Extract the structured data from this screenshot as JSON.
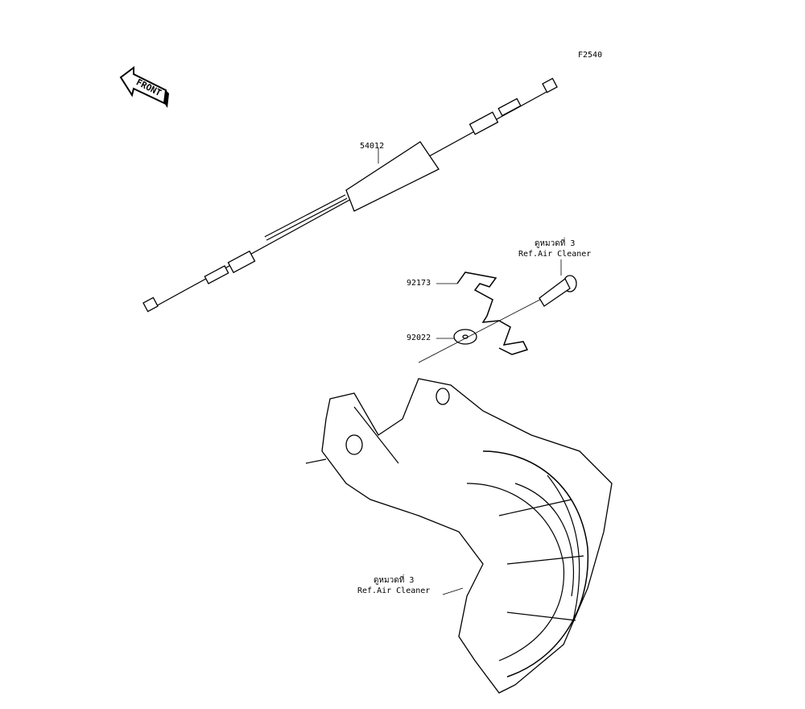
{
  "figure_code": "F2540",
  "front_label": "FRONT",
  "parts": [
    {
      "number": "54012"
    },
    {
      "number": "92173"
    },
    {
      "number": "92022"
    }
  ],
  "references": [
    {
      "thai": "ดูหมวดที่ 3",
      "text": "Ref.Air Cleaner"
    },
    {
      "thai": "ดูหมวดที่ 3",
      "text": "Ref.Air Cleaner"
    }
  ]
}
